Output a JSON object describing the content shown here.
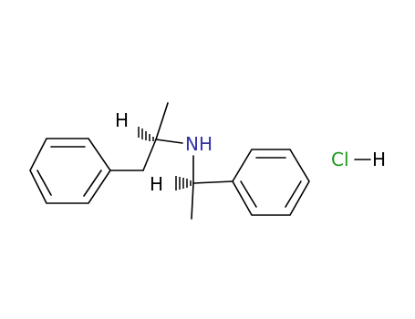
{
  "molecule": {
    "atoms": {
      "amine_label": "NH",
      "stereo_h_1": "H",
      "stereo_h_2": "H",
      "chlorine_label": "Cl",
      "hcl_h_label": "H"
    },
    "colors": {
      "bond": "#000000",
      "nitrogen": "#3333a6",
      "chlorine": "#1a991a",
      "hydrogen": "#000000"
    }
  }
}
